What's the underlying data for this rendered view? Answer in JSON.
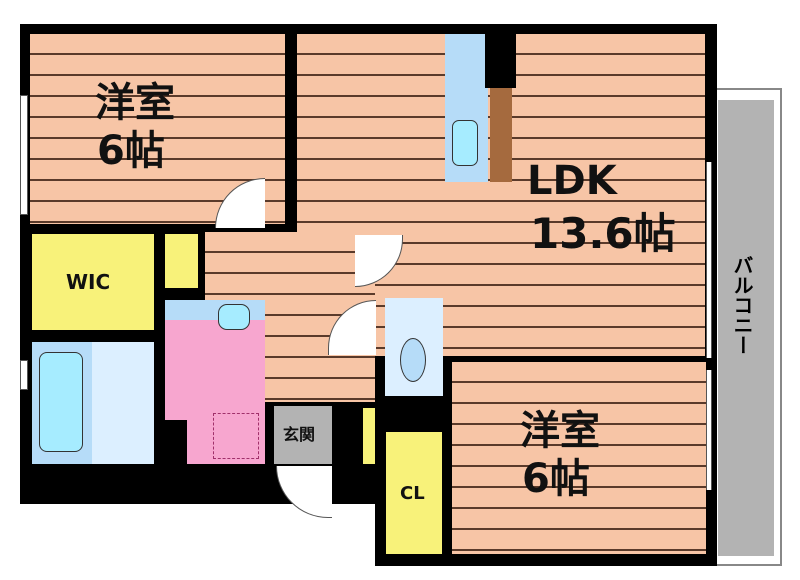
{
  "rooms": {
    "western_room_1": {
      "name": "洋室",
      "size": "6帖"
    },
    "ldk": {
      "name": "LDK",
      "size": "13.6帖"
    },
    "wic": {
      "name": "WIC"
    },
    "entrance": {
      "name": "玄関"
    },
    "closet": {
      "name": "CL"
    },
    "western_room_2": {
      "name": "洋室",
      "size": "6帖"
    },
    "balcony": {
      "name": "バルコニー"
    }
  },
  "colors": {
    "floor": "#f7c5a6",
    "storage": "#f8f27a",
    "water": "#b6dcf8",
    "washroom": "#f7a6cf",
    "balcony": "#b3b3b3"
  }
}
